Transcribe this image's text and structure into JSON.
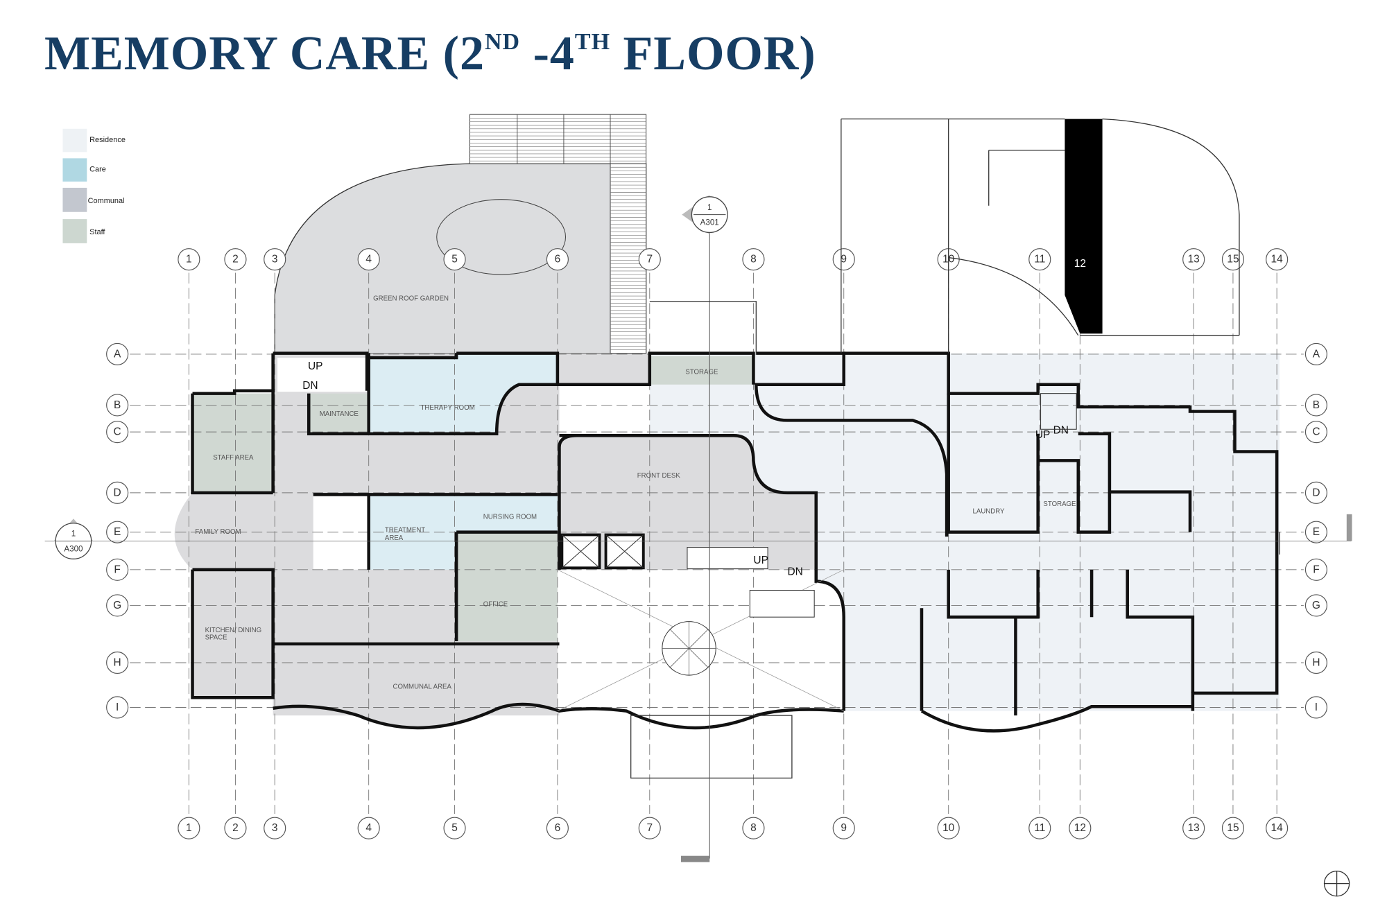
{
  "title": {
    "main": "MEMORY CARE (2",
    "sup1": "ND",
    "mid": " -4",
    "sup2": "TH",
    "end": " FLOOR)"
  },
  "legend": [
    {
      "label": "Residence",
      "color": "#eef2f5"
    },
    {
      "label": "Care",
      "color": "#b0d8e3"
    },
    {
      "label": "Communal",
      "color": "#c3c7cf"
    },
    {
      "label": "Staff",
      "color": "#cdd7d0"
    }
  ],
  "grid": {
    "columns": [
      "1",
      "2",
      "3",
      "4",
      "5",
      "6",
      "7",
      "8",
      "9",
      "10",
      "11",
      "12",
      "13",
      "15",
      "14"
    ],
    "rows": [
      "A",
      "B",
      "C",
      "D",
      "E",
      "F",
      "G",
      "H",
      "I"
    ]
  },
  "rooms": {
    "green_roof": "GREEN ROOF GARDEN",
    "storage_top": "STORAGE",
    "therapy": "THERAPY ROOM",
    "maintenance": "MAINTANCE",
    "staff_area": "STAFF AREA",
    "family_room": "FAMILY ROOM",
    "treatment_1": "TREATMENT",
    "treatment_2": "AREA",
    "nursing": "NURSING ROOM",
    "front_desk": "FRONT DESK",
    "office": "OFFICE",
    "kitchen_1": "KITCHEN/ DINING",
    "kitchen_2": "SPACE",
    "communal": "COMMUNAL AREA",
    "laundry": "LAUNDRY",
    "storage_right": "STORAGE"
  },
  "stairs": {
    "up": "UP",
    "dn": "DN"
  },
  "sections": [
    {
      "num": "1",
      "sheet": "A301"
    },
    {
      "num": "1",
      "sheet": "A300"
    }
  ],
  "band_label": "12"
}
